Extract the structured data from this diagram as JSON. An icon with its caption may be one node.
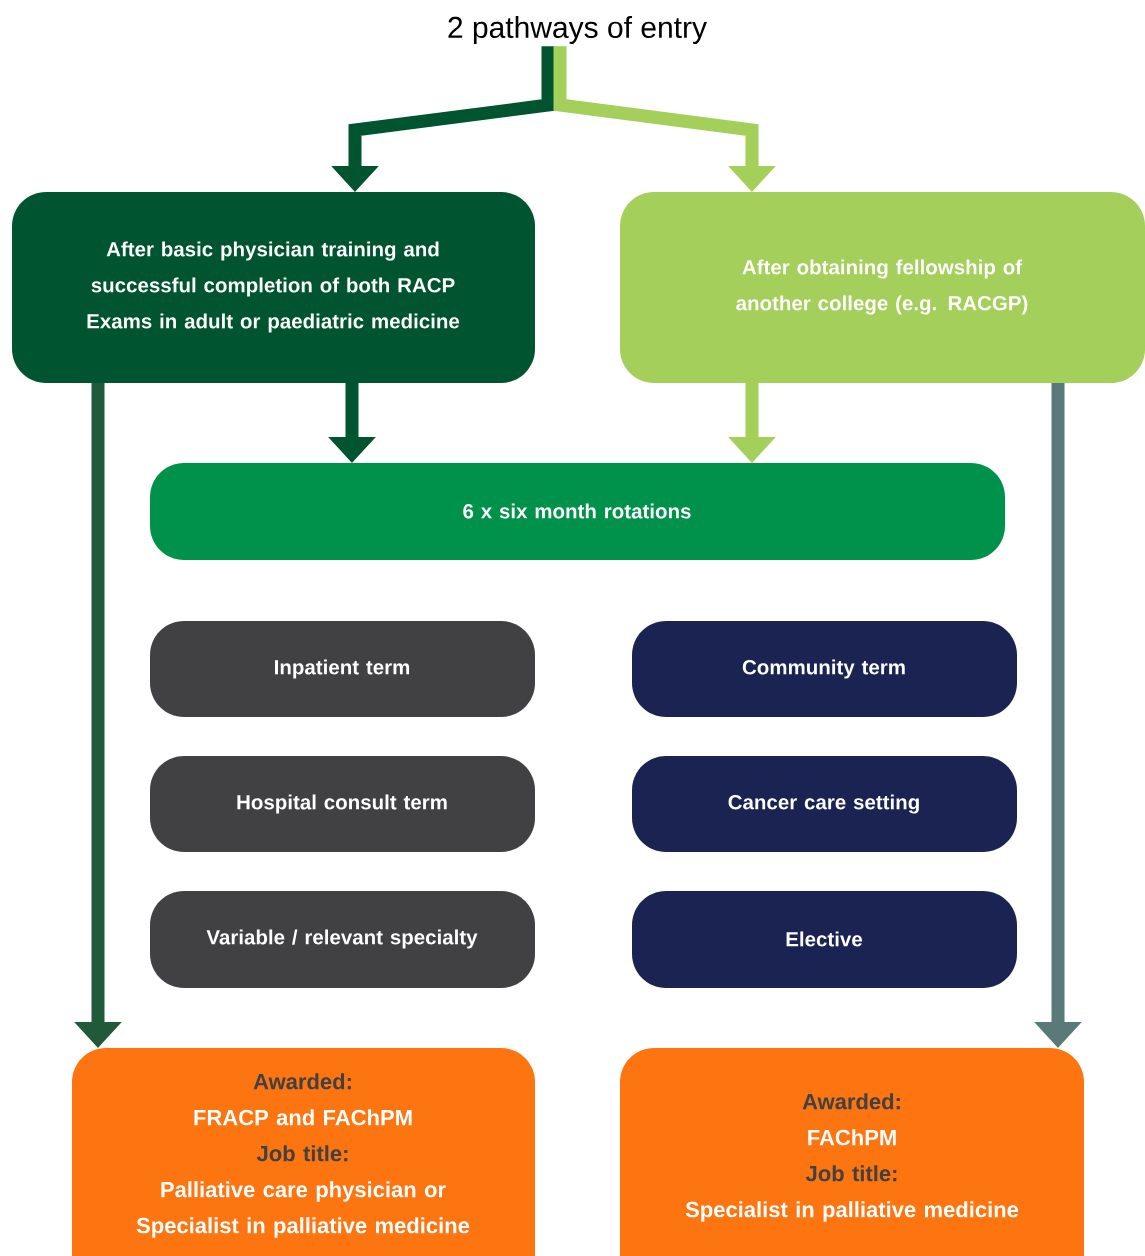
{
  "diagram": {
    "nodes": [
      {
        "text": [
          "2 pathways of entry"
        ]
      },
      {
        "text": [
          "After basic physician training and successful completion of both RACP Exams in adult or paediatric medicine"
        ]
      },
      {
        "text": [
          "After obtaining fellowship of another college (e.g. RACGP)"
        ]
      },
      {
        "text": [
          "6 x six month rotations"
        ]
      },
      {
        "text": [
          "Inpatient term"
        ]
      },
      {
        "text": [
          "Community term"
        ]
      },
      {
        "text": [
          "Hospital consult term"
        ]
      },
      {
        "text": [
          "Cancer care setting"
        ]
      },
      {
        "text": [
          "Variable / relevant specialty"
        ]
      },
      {
        "text": [
          "Elective"
        ]
      },
      {
        "text": [
          "Awarded:",
          "FRACP and FAChPM",
          "Job title:",
          "Palliative care physician or Specialist in palliative medicine"
        ]
      },
      {
        "text": [
          "Awarded:",
          "FAChPM",
          "Job title:",
          "Specialist in palliative medicine"
        ]
      }
    ],
    "edges": [
      {
        "from": 0,
        "to": 1,
        "arrow": "to",
        "color": "#00542f"
      },
      {
        "from": 0,
        "to": 2,
        "arrow": "to",
        "color": "#a3cf5a"
      },
      {
        "from": 1,
        "to": 3,
        "arrow": "to",
        "color": "#00542f"
      },
      {
        "from": 2,
        "to": 3,
        "arrow": "to",
        "color": "#a3cf5a"
      },
      {
        "from": 1,
        "to": 10,
        "arrow": "to",
        "color": "#1f5a3a"
      },
      {
        "from": 2,
        "to": 11,
        "arrow": "to",
        "color": "#5a7a7a"
      }
    ]
  }
}
